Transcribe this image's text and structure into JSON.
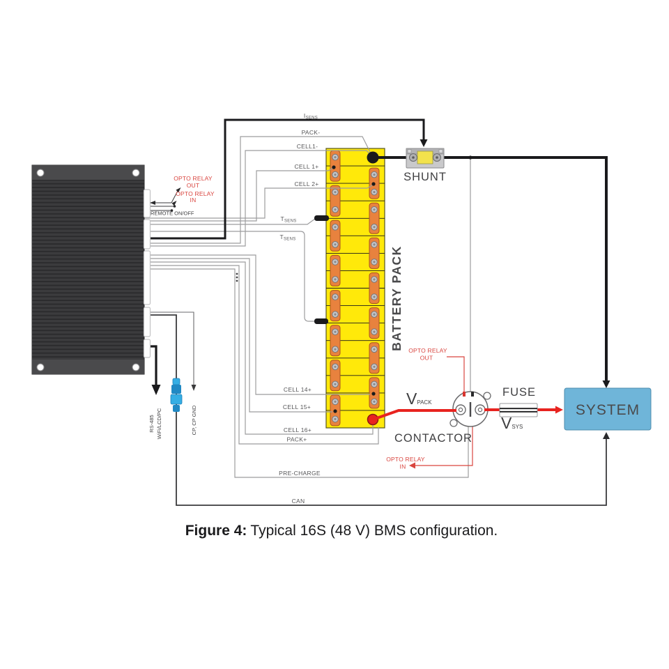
{
  "caption": {
    "prefix": "Figure 4:",
    "text": "Typical 16S (48 V) BMS configuration."
  },
  "components": {
    "shunt": "SHUNT",
    "battery_pack": "BATTERY PACK",
    "contactor": "CONTACTOR",
    "fuse": "FUSE",
    "system": "SYSTEM"
  },
  "bms_ports": {
    "opto_relay_out_line1": "OPTO RELAY",
    "opto_relay_out_line2": "OUT",
    "opto_relay_in_line1": "OPTO RELAY",
    "opto_relay_in_line2": "IN",
    "remote_onoff": "REMOTE ON/OFF",
    "rs485_line1": "RS-485",
    "rs485_line2": "WiFi/LCD/PC",
    "cp": "CP, CP GND"
  },
  "wire_labels": {
    "isens_main": "I",
    "isens_sub": "SENS",
    "pack_minus": "PACK-",
    "cell1_minus": "CELL1-",
    "cell_1_plus": "CELL 1+",
    "cell_2_plus": "CELL 2+",
    "tsens_main": "T",
    "tsens_sub": "SENS",
    "cell_14_plus": "CELL 14+",
    "cell_15_plus": "CELL 15+",
    "cell_16_plus": "CELL 16+",
    "pack_plus": "PACK+",
    "pre_charge": "PRE-CHARGE",
    "can": "CAN",
    "v_main": "V",
    "vpack_sub": "PACK",
    "vsys_sub": "SYS"
  },
  "contactor_labels": {
    "opto_out_line1": "OPTO RELAY",
    "opto_out_line2": "OUT",
    "opto_in_line1": "OPTO RELAY",
    "opto_in_line2": "IN"
  },
  "colors": {
    "pack_yellow": "#FFE90A",
    "link_orange": "#E8823E",
    "system_blue": "#6FB5D9",
    "wire_red": "#E8231F",
    "label_red": "#D9453F",
    "wire_gray": "#9C9C9E",
    "wire_black": "#1A1A1C",
    "bms_dark": "#3B3B3D"
  }
}
